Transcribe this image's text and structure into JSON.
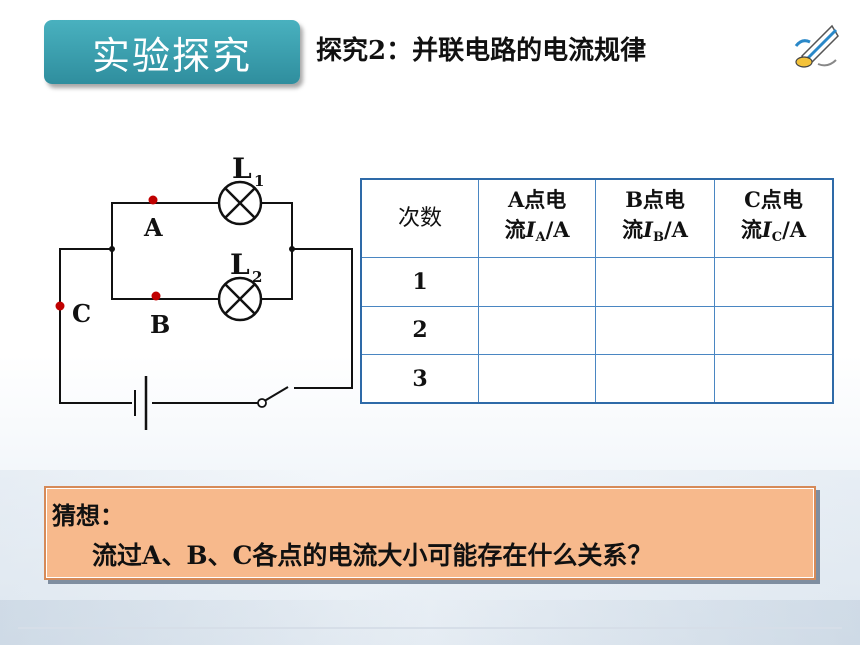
{
  "header": {
    "badge": "实验探究",
    "subtitle": "探究2：并联电路的电流规律"
  },
  "circuit": {
    "lamp1_label": "L",
    "lamp1_sub": "1",
    "lamp2_label": "L",
    "lamp2_sub": "2",
    "point_a": "A",
    "point_b": "B",
    "point_c": "C"
  },
  "table": {
    "col0": "次数",
    "colA_line1": "A点电",
    "colA_line2_pre": "流",
    "colA_var": "I",
    "colA_sub": "A",
    "colA_unit": "/A",
    "colB_line1": "B点电",
    "colB_line2_pre": "流",
    "colB_var": "I",
    "colB_sub": "B",
    "colB_unit": "/A",
    "colC_line1": "C点电",
    "colC_line2_pre": "流",
    "colC_var": "I",
    "colC_sub": "C",
    "colC_unit": "/A",
    "rows": [
      {
        "n": "1",
        "a": "",
        "b": "",
        "c": ""
      },
      {
        "n": "2",
        "a": "",
        "b": "",
        "c": ""
      },
      {
        "n": "3",
        "a": "",
        "b": "",
        "c": ""
      }
    ]
  },
  "guess": {
    "heading": "猜想：",
    "text": "流过A、B、C各点的电流大小可能存在什么关系？"
  },
  "colors": {
    "badge": "#3a9fae",
    "table_border": "#2e6aa8",
    "guess_bg": "#f7b98c",
    "dot": "#c00000"
  },
  "icons": {
    "corner_logo": "paper-roll-logo"
  }
}
